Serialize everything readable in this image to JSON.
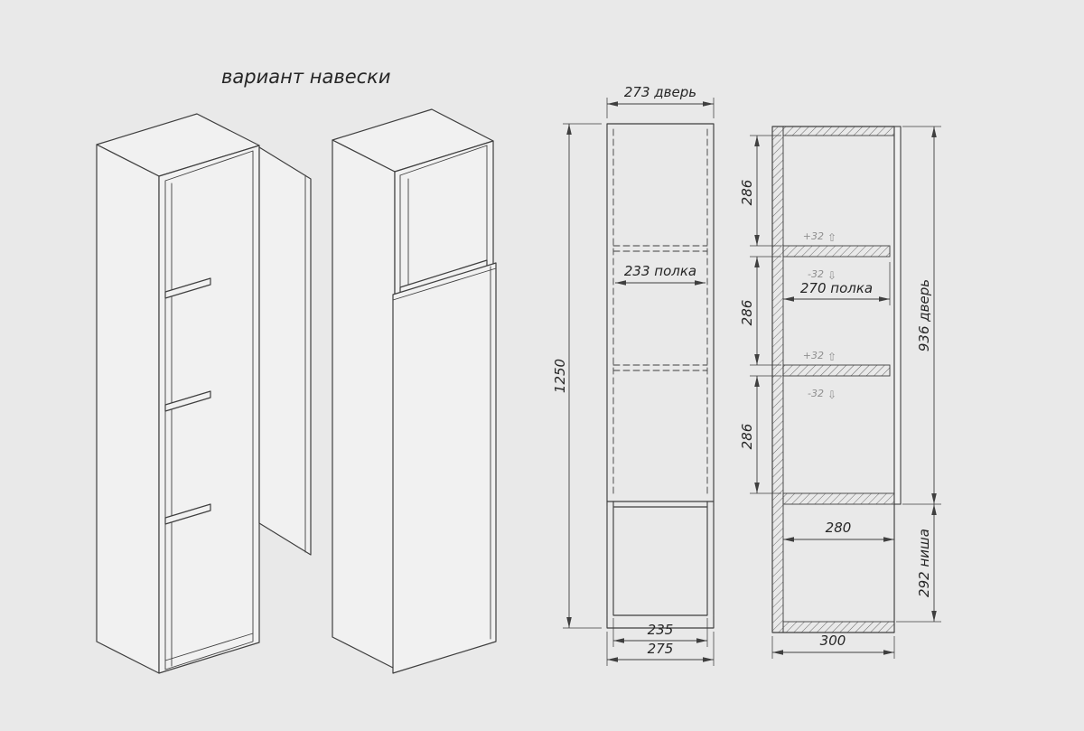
{
  "title": "вариант навески",
  "icons": {
    "adjust_up": "⇧",
    "adjust_down": "⇩"
  },
  "front_view": {
    "dim_door_width": "273 дверь",
    "dim_shelf_width": "233 полка",
    "dim_total_height": "1250",
    "dim_inner_width": "235",
    "dim_outer_width": "275"
  },
  "side_view": {
    "dim_section_1": "286",
    "dim_section_2": "286",
    "dim_section_3": "286",
    "dim_shelf_depth": "270 полка",
    "dim_niche_depth": "280",
    "dim_depth": "300",
    "dim_door_height": "936 дверь",
    "dim_niche_height": "292 ниша",
    "shelf1_adjust_up": "+32",
    "shelf1_adjust_down": "-32",
    "shelf2_adjust_up": "+32",
    "shelf2_adjust_down": "-32"
  }
}
